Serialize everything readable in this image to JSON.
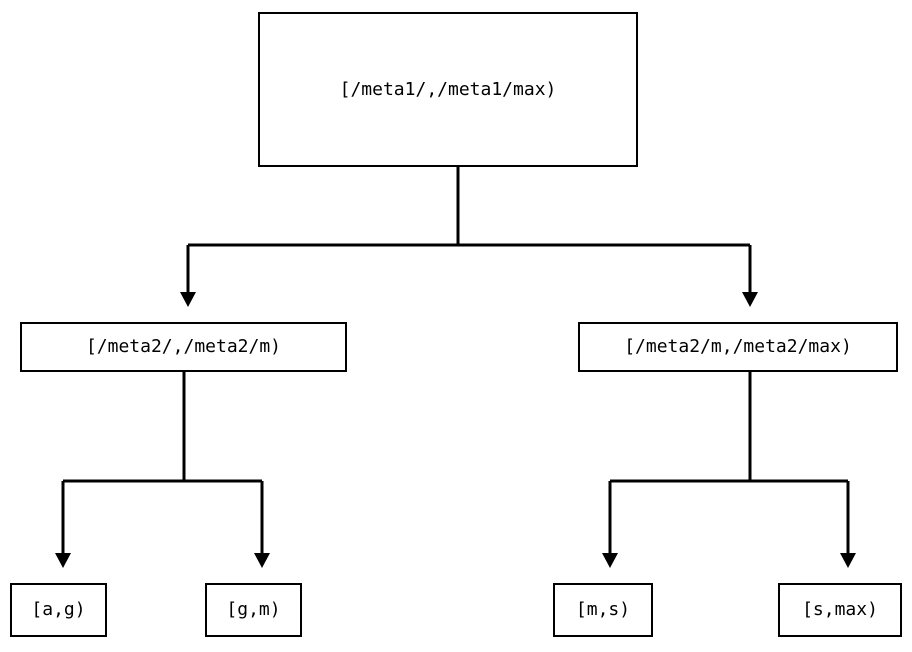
{
  "diagram": {
    "type": "tree",
    "title": "",
    "orientation": "top-down",
    "background_color": "#ffffff",
    "line_color": "#000000",
    "text_color": "#000000",
    "nodes": {
      "root": {
        "label": "[/meta1/,/meta1/max)",
        "level": "root"
      },
      "mid_left": {
        "label": "[/meta2/,/meta2/m)",
        "level": "mid"
      },
      "mid_right": {
        "label": "[/meta2/m,/meta2/max)",
        "level": "mid"
      },
      "leaf_1": {
        "label": "[a,g)",
        "level": "leaf"
      },
      "leaf_2": {
        "label": "[g,m)",
        "level": "leaf"
      },
      "leaf_3": {
        "label": "[m,s)",
        "level": "leaf"
      },
      "leaf_4": {
        "label": "[s,max)",
        "level": "leaf"
      }
    },
    "edges": [
      {
        "from": "root",
        "to": "mid_left",
        "arrow": "down-triangle"
      },
      {
        "from": "root",
        "to": "mid_right",
        "arrow": "down-triangle"
      },
      {
        "from": "mid_left",
        "to": "leaf_1",
        "arrow": "down-triangle"
      },
      {
        "from": "mid_left",
        "to": "leaf_2",
        "arrow": "down-triangle"
      },
      {
        "from": "mid_right",
        "to": "leaf_3",
        "arrow": "down-triangle"
      },
      {
        "from": "mid_right",
        "to": "leaf_4",
        "arrow": "down-triangle"
      }
    ]
  }
}
